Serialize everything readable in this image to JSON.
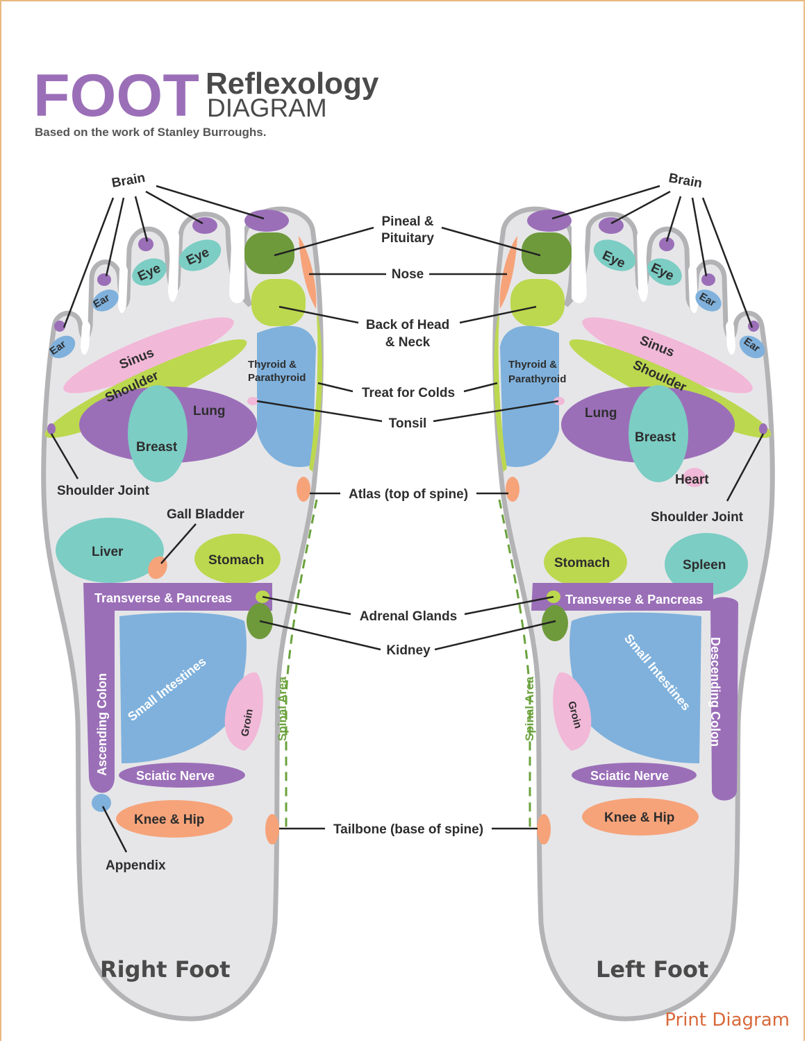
{
  "header": {
    "title_big": "FOOT",
    "title_top": "Reflexology",
    "title_bottom": "DIAGRAM",
    "subtitle": "Based on the work of Stanley Burroughs."
  },
  "colors": {
    "purple": "#9b6fb8",
    "green_dark": "#6e9a3c",
    "green_light": "#bcd84f",
    "teal": "#7ccdc4",
    "blue": "#7fb1dc",
    "pink": "#f2b8d8",
    "orange": "#f6a37a",
    "foot_fill": "#e6e6e8",
    "foot_outline": "#b3b3b6",
    "spine": "#6aa23c",
    "link": "#d9683a"
  },
  "right_foot": {
    "caption": "Right Foot",
    "labels": {
      "brain": "Brain",
      "eye1": "Eye",
      "eye2": "Eye",
      "ear1": "Ear",
      "ear2": "Ear",
      "sinus": "Sinus",
      "shoulder": "Shoulder",
      "thyroid_1": "Thyroid &",
      "thyroid_2": "Parathyroid",
      "lung": "Lung",
      "breast": "Breast",
      "shoulder_joint": "Shoulder Joint",
      "gall_bladder": "Gall Bladder",
      "liver": "Liver",
      "stomach": "Stomach",
      "transverse": "Transverse & Pancreas",
      "ascending_colon": "Ascending Colon",
      "small_intestines": "Small Intestines",
      "groin": "Groin",
      "spinal_area": "Spinal Area",
      "sciatic": "Sciatic Nerve",
      "knee_hip": "Knee & Hip",
      "appendix": "Appendix"
    }
  },
  "left_foot": {
    "caption": "Left Foot",
    "labels": {
      "brain": "Brain",
      "eye1": "Eye",
      "eye2": "Eye",
      "ear1": "Ear",
      "ear2": "Ear",
      "sinus": "Sinus",
      "shoulder": "Shoulder",
      "thyroid_1": "Thyroid &",
      "thyroid_2": "Parathyroid",
      "lung": "Lung",
      "breast": "Breast",
      "heart": "Heart",
      "shoulder_joint": "Shoulder Joint",
      "stomach": "Stomach",
      "spleen": "Spleen",
      "transverse": "Transverse & Pancreas",
      "descending_colon": "Descending Colon",
      "small_intestines": "Small Intestines",
      "groin": "Groin",
      "spinal_area": "Spinal Area",
      "sciatic": "Sciatic Nerve",
      "knee_hip": "Knee & Hip"
    }
  },
  "center_labels": {
    "pineal_1": "Pineal &",
    "pineal_2": "Pituitary",
    "nose": "Nose",
    "back_head_1": "Back of Head",
    "back_head_2": "& Neck",
    "treat_colds": "Treat for Colds",
    "tonsil": "Tonsil",
    "atlas": "Atlas (top of spine)",
    "adrenal": "Adrenal Glands",
    "kidney": "Kidney",
    "tailbone": "Tailbone (base of spine)"
  },
  "print_link": "Print Diagram"
}
